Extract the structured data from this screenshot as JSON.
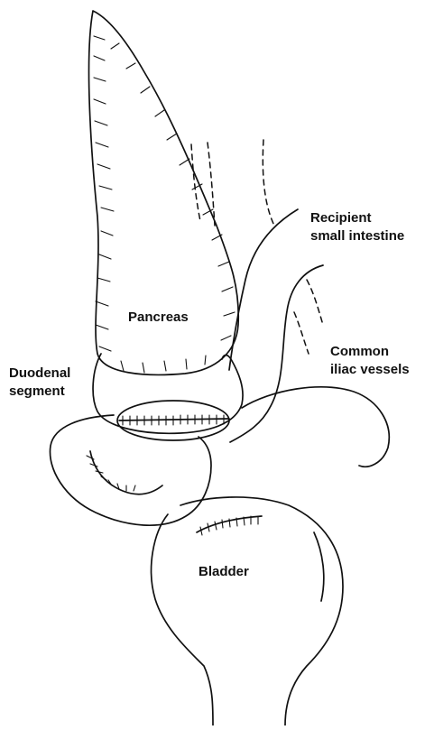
{
  "labels": {
    "recipient_line1": "Recipient",
    "recipient_line2": "small intestine",
    "common_line1": "Common",
    "common_line2": "iliac vessels",
    "pancreas": "Pancreas",
    "duodenal_line1": "Duodenal",
    "duodenal_line2": "segment",
    "bladder": "Bladder"
  }
}
